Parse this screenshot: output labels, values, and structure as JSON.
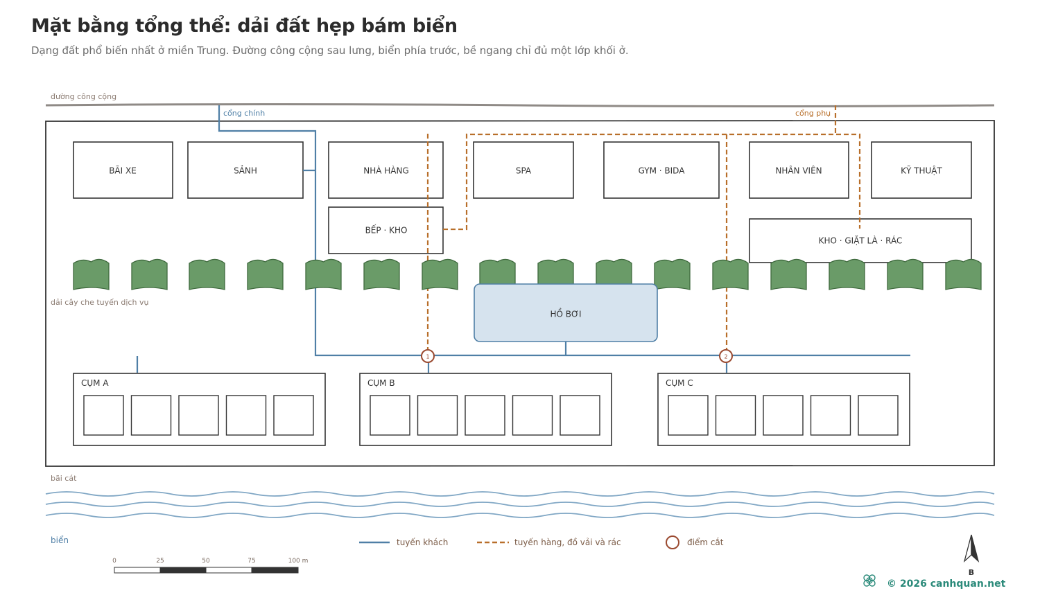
{
  "title": "Mặt bằng tổng thể: dải đất hẹp bám biển",
  "subtitle": "Dạng đất phổ biến nhất ở miền Trung. Đường công cộng sau lưng, biển phía trước, bề ngang chỉ đủ một lớp khối ở.",
  "labels": {
    "public_road": "đường công cộng",
    "main_gate": "cổng chính",
    "side_gate": "cổng phụ",
    "tree_strip": "dải cây che tuyến dịch vụ",
    "beach": "bãi cát",
    "sea": "biển",
    "north": "B"
  },
  "buildings": {
    "parking": "BÃI XE",
    "lobby": "SẢNH",
    "restaurant": "NHÀ HÀNG",
    "kitchen": "BẾP · KHO",
    "spa": "SPA",
    "gym": "GYM · BIDA",
    "staff": "NHÂN VIÊN",
    "technical": "KỸ THUẬT",
    "laundry": "KHO · GIẶT LÀ · RÁC",
    "pool": "HỒ BƠI"
  },
  "clusters": [
    {
      "label": "CỤM A",
      "units": 5
    },
    {
      "label": "CỤM B",
      "units": 5
    },
    {
      "label": "CỤM C",
      "units": 5
    }
  ],
  "crossings": [
    "1",
    "2"
  ],
  "legend": {
    "guest_route": "tuyến khách",
    "service_route": "tuyến hàng, đồ vải và rác",
    "crossing_point": "điểm cắt"
  },
  "scale": {
    "ticks": [
      "0",
      "25",
      "50",
      "75",
      "100 m"
    ]
  },
  "footer": "© 2026 canhquan.net",
  "colors": {
    "guest": "#4f7fa6",
    "service": "#b86f2a",
    "crossing": "#9b4a30",
    "tree": "#6a9b68",
    "pool": "#d6e3ee",
    "sea": "#7fa6c4",
    "footer": "#2b8a7a"
  }
}
